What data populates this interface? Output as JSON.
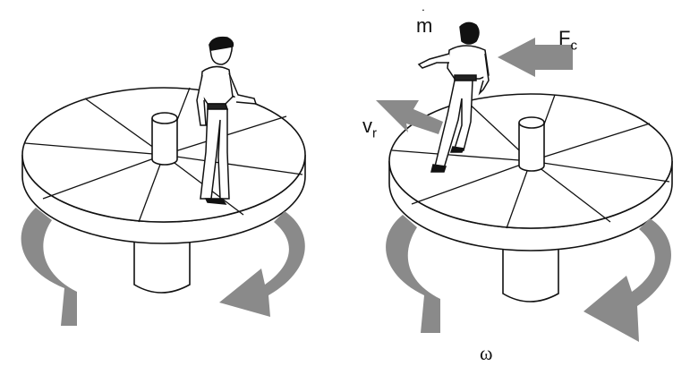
{
  "labels": {
    "mass_flow": "m",
    "mass_flow_dot": "˙",
    "coriolis_force_main": "F",
    "coriolis_force_sub": "c",
    "relative_velocity_main": "v",
    "relative_velocity_sub": "r",
    "angular_velocity": "ω"
  },
  "colors": {
    "arrow_fill": "#8a8a8a",
    "line": "#111111",
    "platform_fill": "#ffffff"
  }
}
